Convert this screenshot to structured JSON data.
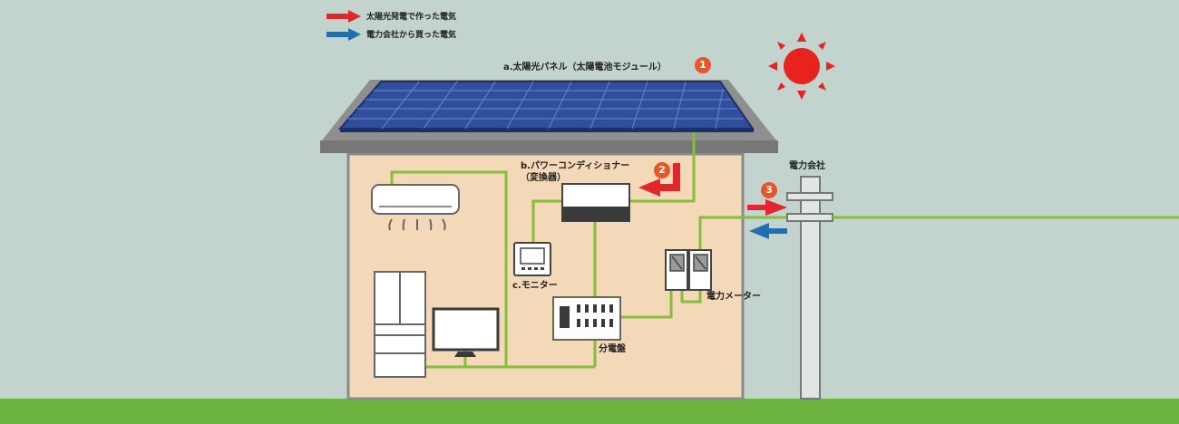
{
  "legend": [
    {
      "text": "太陽光発電で作った電気",
      "color": "#e3262b"
    },
    {
      "text": "電力会社から買った電気",
      "color": "#1f6fb2"
    }
  ],
  "labels": {
    "solar_panel": "a.太陽光パネル（太陽電池モジュール）",
    "power_conditioner_line1": "b.パワーコンディショナー",
    "power_conditioner_line2": "（変換器）",
    "monitor": "c.モニター",
    "distribution_board": "分電盤",
    "power_meter": "電力メーター",
    "power_company": "電力会社"
  },
  "badges": [
    "1",
    "2",
    "3"
  ],
  "colors": {
    "background": "#c3d3cd",
    "ground": "#6db33f",
    "wall": "#f3d9b8",
    "wire": "#86bd3c",
    "sun": "#e8221c",
    "badge": "#e8552a",
    "solar_arrow": "#e3262b",
    "grid_arrow": "#1f6fb2"
  },
  "icons": [
    "sun-icon",
    "air-conditioner-icon",
    "refrigerator-icon",
    "tv-icon",
    "monitor-icon",
    "distribution-board-icon",
    "power-meter-icon",
    "utility-pole-icon"
  ]
}
